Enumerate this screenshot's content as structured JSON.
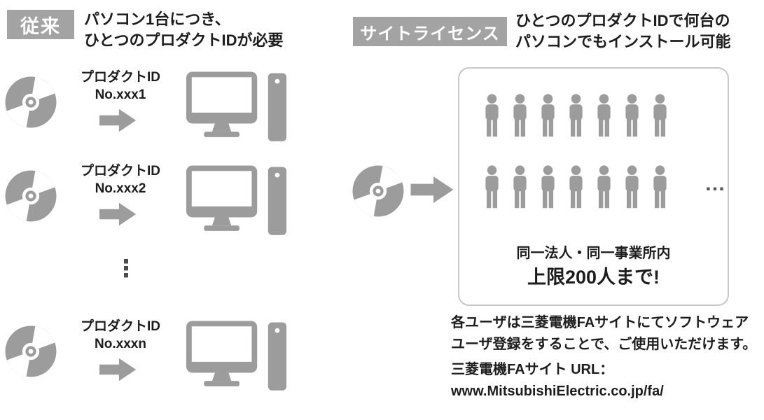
{
  "colors": {
    "background": "#ffffff",
    "icon_gray": "#9c9c9c",
    "header_bg": "#a3a3a3",
    "header_text": "#ffffff",
    "text": "#1d1d1d",
    "box_border": "#c8c8c8"
  },
  "conventional": {
    "header": "従来",
    "description": [
      "パソコン1台につき、",
      "ひとつのプロダクトIDが必要"
    ],
    "rows": [
      {
        "product_label": "プロダクトID",
        "product_no": "No.xxx1"
      },
      {
        "product_label": "プロダクトID",
        "product_no": "No.xxx2"
      },
      {
        "product_label": "プロダクトID",
        "product_no": "No.xxxn"
      }
    ],
    "ellipsis": "⋮"
  },
  "site_license": {
    "header": "サイトライセンス",
    "description": [
      "ひとつのプロダクトIDで何台の",
      "パソコンでもインストール可能"
    ],
    "group_box": {
      "more_indicator": "…",
      "scope_text": "同一法人・同一事業所内",
      "limit_text": "上限200人まで!"
    },
    "notes": [
      "各ユーザは三菱電機FAサイトにてソフトウェア",
      "ユーザ登録をすることで、ご使用いただけます。",
      "三菱電機FAサイト URL：",
      "www.MitsubishiElectric.co.jp/fa/"
    ]
  }
}
